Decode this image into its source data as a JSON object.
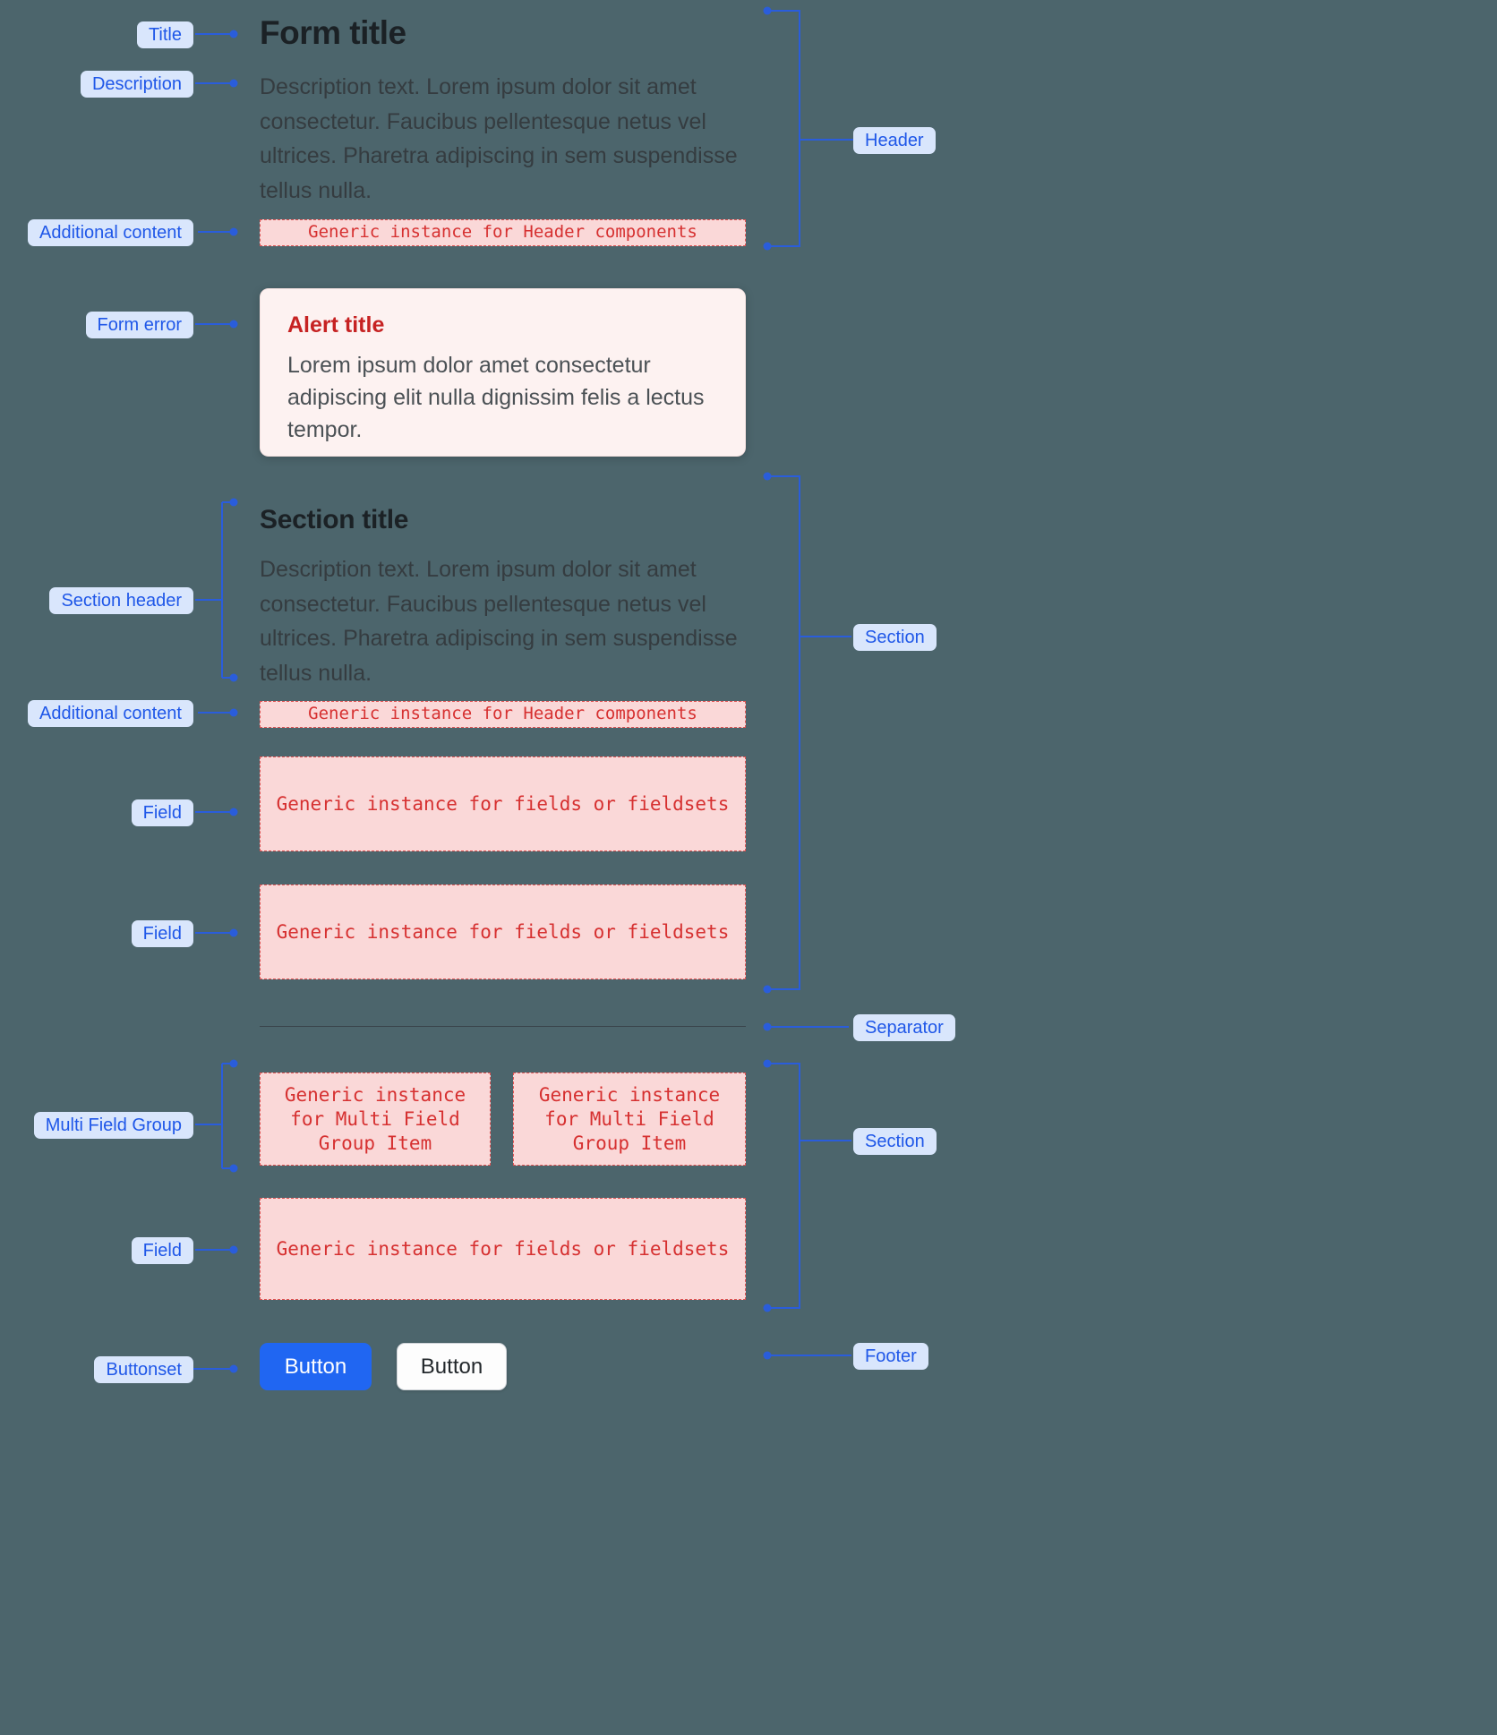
{
  "colors": {
    "canvas-bg": "#4c656c",
    "accent-blue": "#2a5ddb",
    "pill-bg": "#d9e6fc",
    "pill-text": "#1f57e8",
    "heading": "#1b2125",
    "body-text": "#353c40",
    "placeholder-bg": "#fad8d8",
    "placeholder-border": "#e05252",
    "placeholder-text": "#d63030",
    "alert-bg": "#fdf2f1",
    "alert-title": "#c62222",
    "button-primary": "#2066f2"
  },
  "annotations": {
    "left": [
      {
        "label": "Title"
      },
      {
        "label": "Description"
      },
      {
        "label": "Additional content"
      },
      {
        "label": "Form error"
      },
      {
        "label": "Section header"
      },
      {
        "label": "Additional content"
      },
      {
        "label": "Field"
      },
      {
        "label": "Field"
      },
      {
        "label": "Multi Field Group"
      },
      {
        "label": "Field"
      },
      {
        "label": "Buttonset"
      }
    ],
    "right": [
      {
        "label": "Header"
      },
      {
        "label": "Section"
      },
      {
        "label": "Separator"
      },
      {
        "label": "Section"
      },
      {
        "label": "Footer"
      }
    ]
  },
  "form": {
    "title": "Form title",
    "description": "Description text. Lorem ipsum dolor sit amet consectetur. Faucibus pellentesque netus vel ultrices. Pharetra adipiscing in sem suspendisse tellus nulla.",
    "header_placeholder": "Generic instance for Header components",
    "alert": {
      "title": "Alert title",
      "body": "Lorem ipsum dolor amet consectetur adipiscing elit nulla dignissim felis a lectus tempor."
    },
    "section": {
      "title": "Section title",
      "description": "Description text. Lorem ipsum dolor sit amet consectetur. Faucibus pellentesque netus vel ultrices. Pharetra adipiscing in sem suspendisse tellus nulla.",
      "header_placeholder": "Generic instance for Header components",
      "field_placeholder": "Generic instance for fields or fieldsets"
    },
    "multi_field_group": {
      "item_placeholder": "Generic instance for Multi Field Group Item"
    },
    "footer": {
      "primary_button": "Button",
      "secondary_button": "Button"
    }
  }
}
